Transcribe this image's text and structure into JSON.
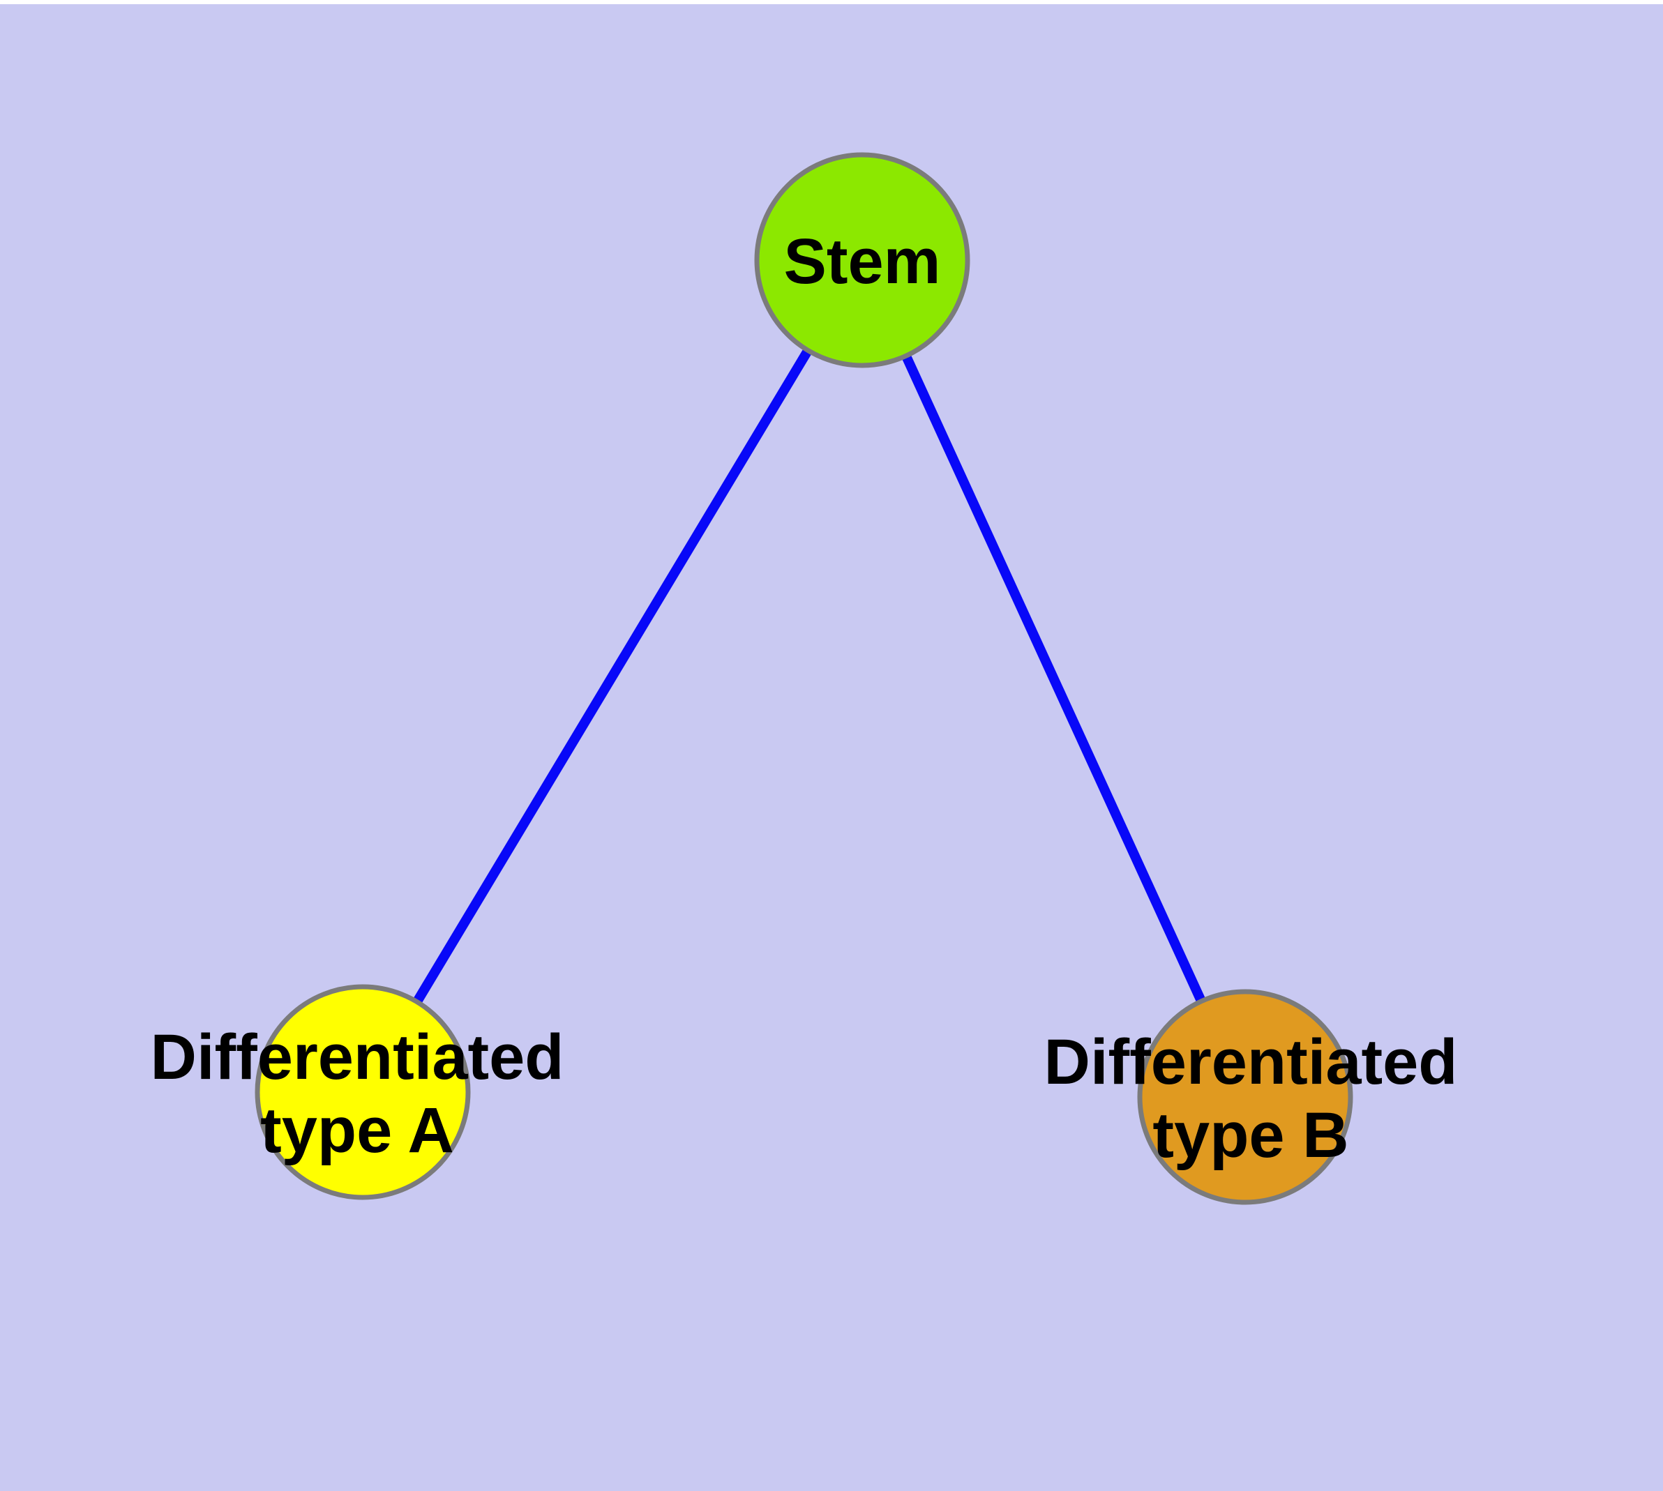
{
  "figure": {
    "background_color": "#C9C9F2",
    "top_border_color": "#FFFFFF",
    "text_color": "#000000"
  },
  "nodes": {
    "stem": {
      "label": "Stem",
      "fill": "#8CE800",
      "border_color": "#7B7B7B",
      "text_color": "#000000"
    },
    "type_a": {
      "line1": "Differentiated",
      "line2": "type A",
      "fill": "#FFFF00",
      "border_color": "#7B7B7B",
      "text_color": "#000000"
    },
    "type_b": {
      "line1": "Differentiated",
      "line2": "type B",
      "fill": "#E09A20",
      "border_color": "#7B7B7B",
      "text_color": "#000000"
    }
  },
  "edges": {
    "color": "#0808F8",
    "list": [
      {
        "from": "stem",
        "to": "type_a"
      },
      {
        "from": "stem",
        "to": "type_b"
      }
    ]
  }
}
